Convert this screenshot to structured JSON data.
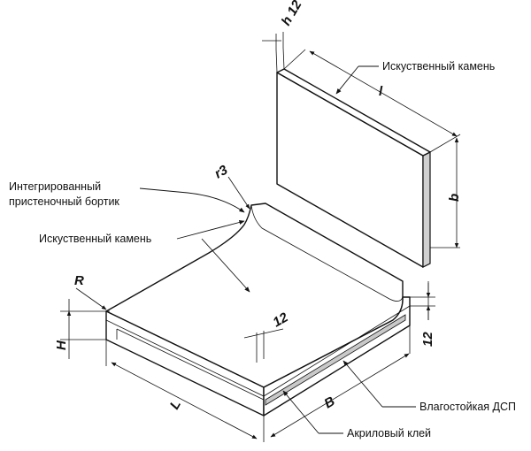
{
  "labels": {
    "stone_panel": "Искуственный камень",
    "integrated_edge_line1": "Интегрированный",
    "integrated_edge_line2": "пристеночный бортик",
    "stone_top": "Искуственный камень",
    "chipboard": "Влагостойкая ДСП",
    "acrylic_glue": "Акриловый клей"
  },
  "dimensions": {
    "h": "h 12",
    "l": "l",
    "b": "b",
    "r3": "r3",
    "R": "R",
    "H": "H",
    "twelve_top": "12",
    "twelve_side": "12",
    "L": "L",
    "B": "B"
  }
}
